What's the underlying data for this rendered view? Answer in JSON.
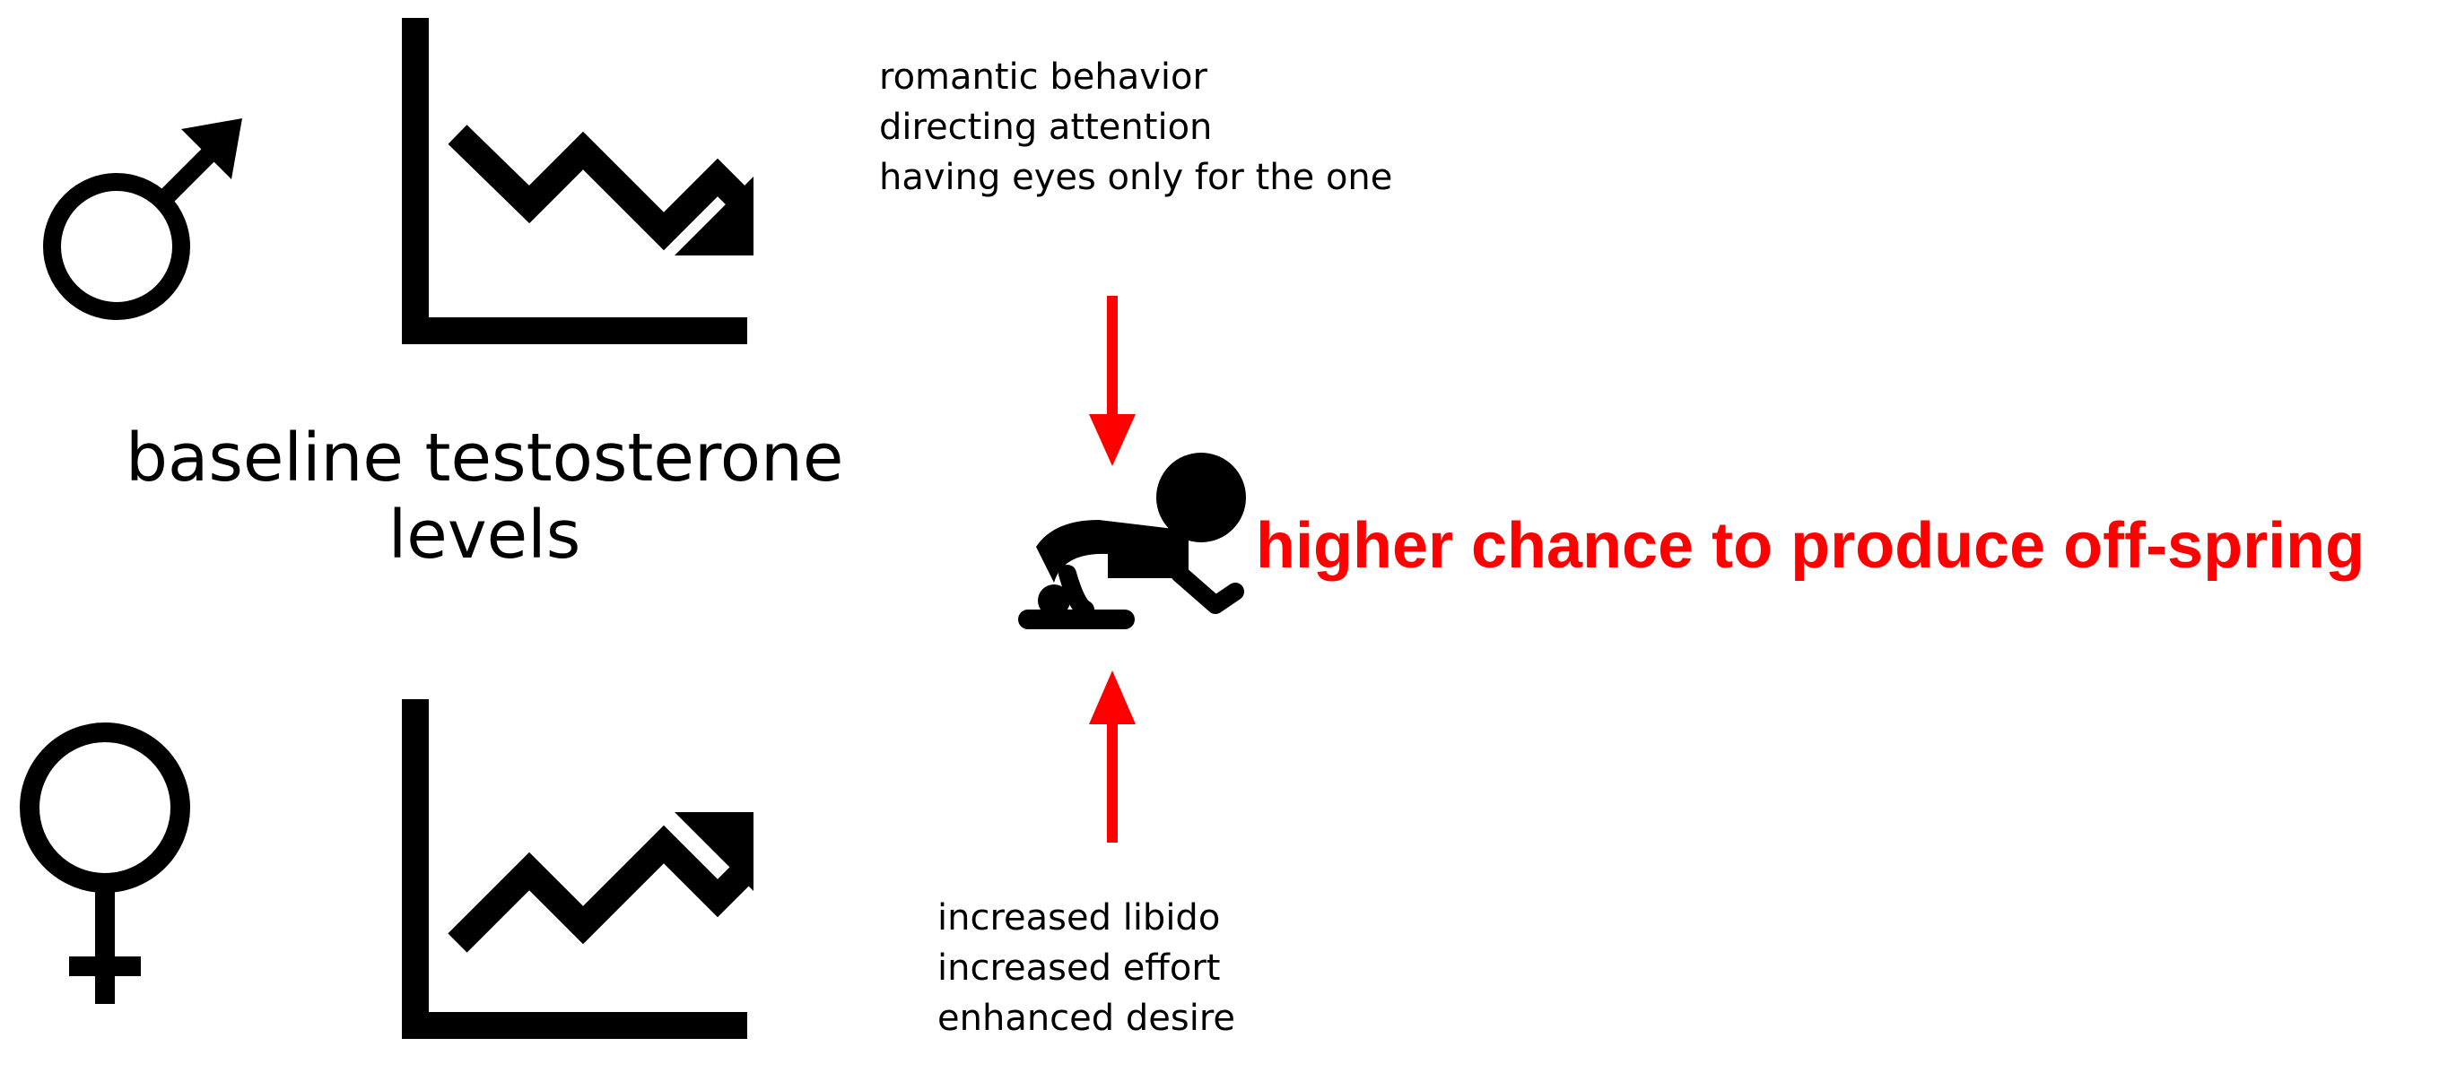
{
  "colors": {
    "ink": "#000000",
    "accent": "#ff0000",
    "background": "#ffffff"
  },
  "icons": {
    "male": "male-symbol-icon",
    "female": "female-symbol-icon",
    "decrease": "trend-down-chart-icon",
    "increase": "trend-up-chart-icon",
    "baby": "crawling-baby-icon"
  },
  "center_label": {
    "line1": "baseline testosterone",
    "line2": "levels"
  },
  "male_effects": [
    "romantic behavior",
    "directing attention",
    "having eyes only  for the one"
  ],
  "female_effects": [
    "increased libido",
    "increased effort",
    "enhanced desire"
  ],
  "outcome": "higher chance to produce off-spring"
}
